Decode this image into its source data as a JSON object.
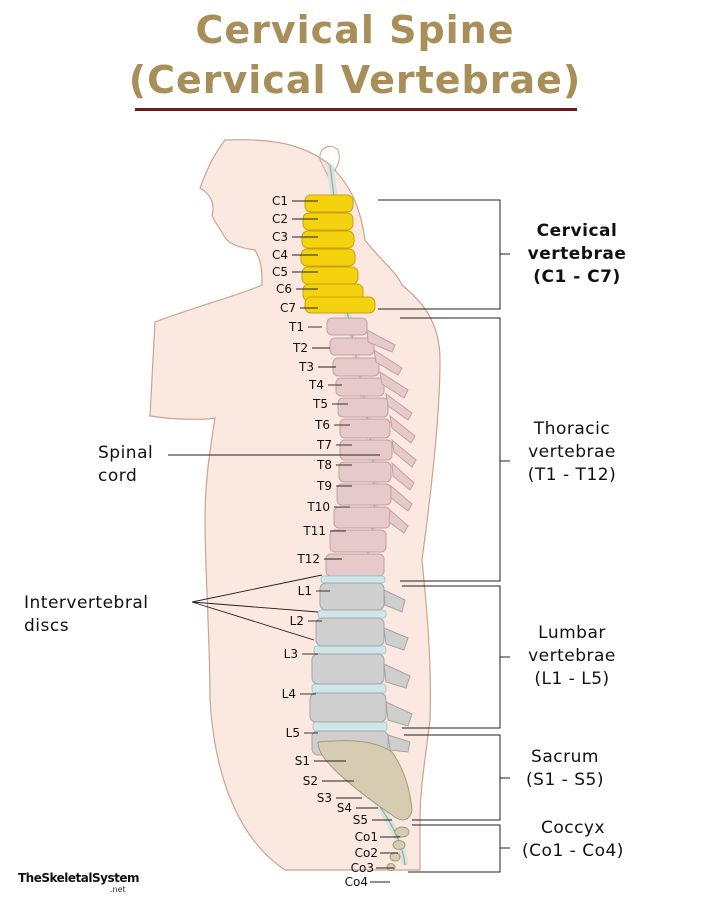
{
  "title": {
    "line1": "Cervical Spine",
    "line2": "(Cervical Vertebrae)"
  },
  "colors": {
    "title": "#a88e58",
    "rule": "#6e1a1a",
    "body_fill": "#fbe8e1",
    "cervical": "#f4d20e",
    "thoracic": "#e6c9c9",
    "lumbar": "#cfcfcf",
    "sacrum": "#d6ccb2",
    "cord": "#cfe6e6"
  },
  "vertebra_labels": {
    "cervical": [
      "C1",
      "C2",
      "C3",
      "C4",
      "C5",
      "C6",
      "C7"
    ],
    "thoracic": [
      "T1",
      "T2",
      "T3",
      "T4",
      "T5",
      "T6",
      "T7",
      "T8",
      "T9",
      "T10",
      "T11",
      "T12"
    ],
    "lumbar": [
      "L1",
      "L2",
      "L3",
      "L4",
      "L5"
    ],
    "sacral": [
      "S1",
      "S2",
      "S3",
      "S4",
      "S5"
    ],
    "coccygeal": [
      "Co1",
      "Co2",
      "Co3",
      "Co4"
    ]
  },
  "groups": {
    "cervical": {
      "line1": "Cervical",
      "line2": "vertebrae",
      "line3": "(C1 - C7)"
    },
    "thoracic": {
      "line1": "Thoracic",
      "line2": "vertebrae",
      "line3": "(T1 - T12)"
    },
    "lumbar": {
      "line1": "Lumbar",
      "line2": "vertebrae",
      "line3": "(L1 - L5)"
    },
    "sacrum": {
      "line1": "Sacrum",
      "line2": "(S1 - S5)"
    },
    "coccyx": {
      "line1": "Coccyx",
      "line2": "(Co1 - Co4)"
    }
  },
  "side_labels": {
    "spinal_cord": {
      "line1": "Spinal",
      "line2": "cord"
    },
    "discs": {
      "line1": "Intervertebral",
      "line2": "discs"
    }
  },
  "brand": {
    "name": "TheSkeletalSystem",
    "suffix": ".net"
  }
}
